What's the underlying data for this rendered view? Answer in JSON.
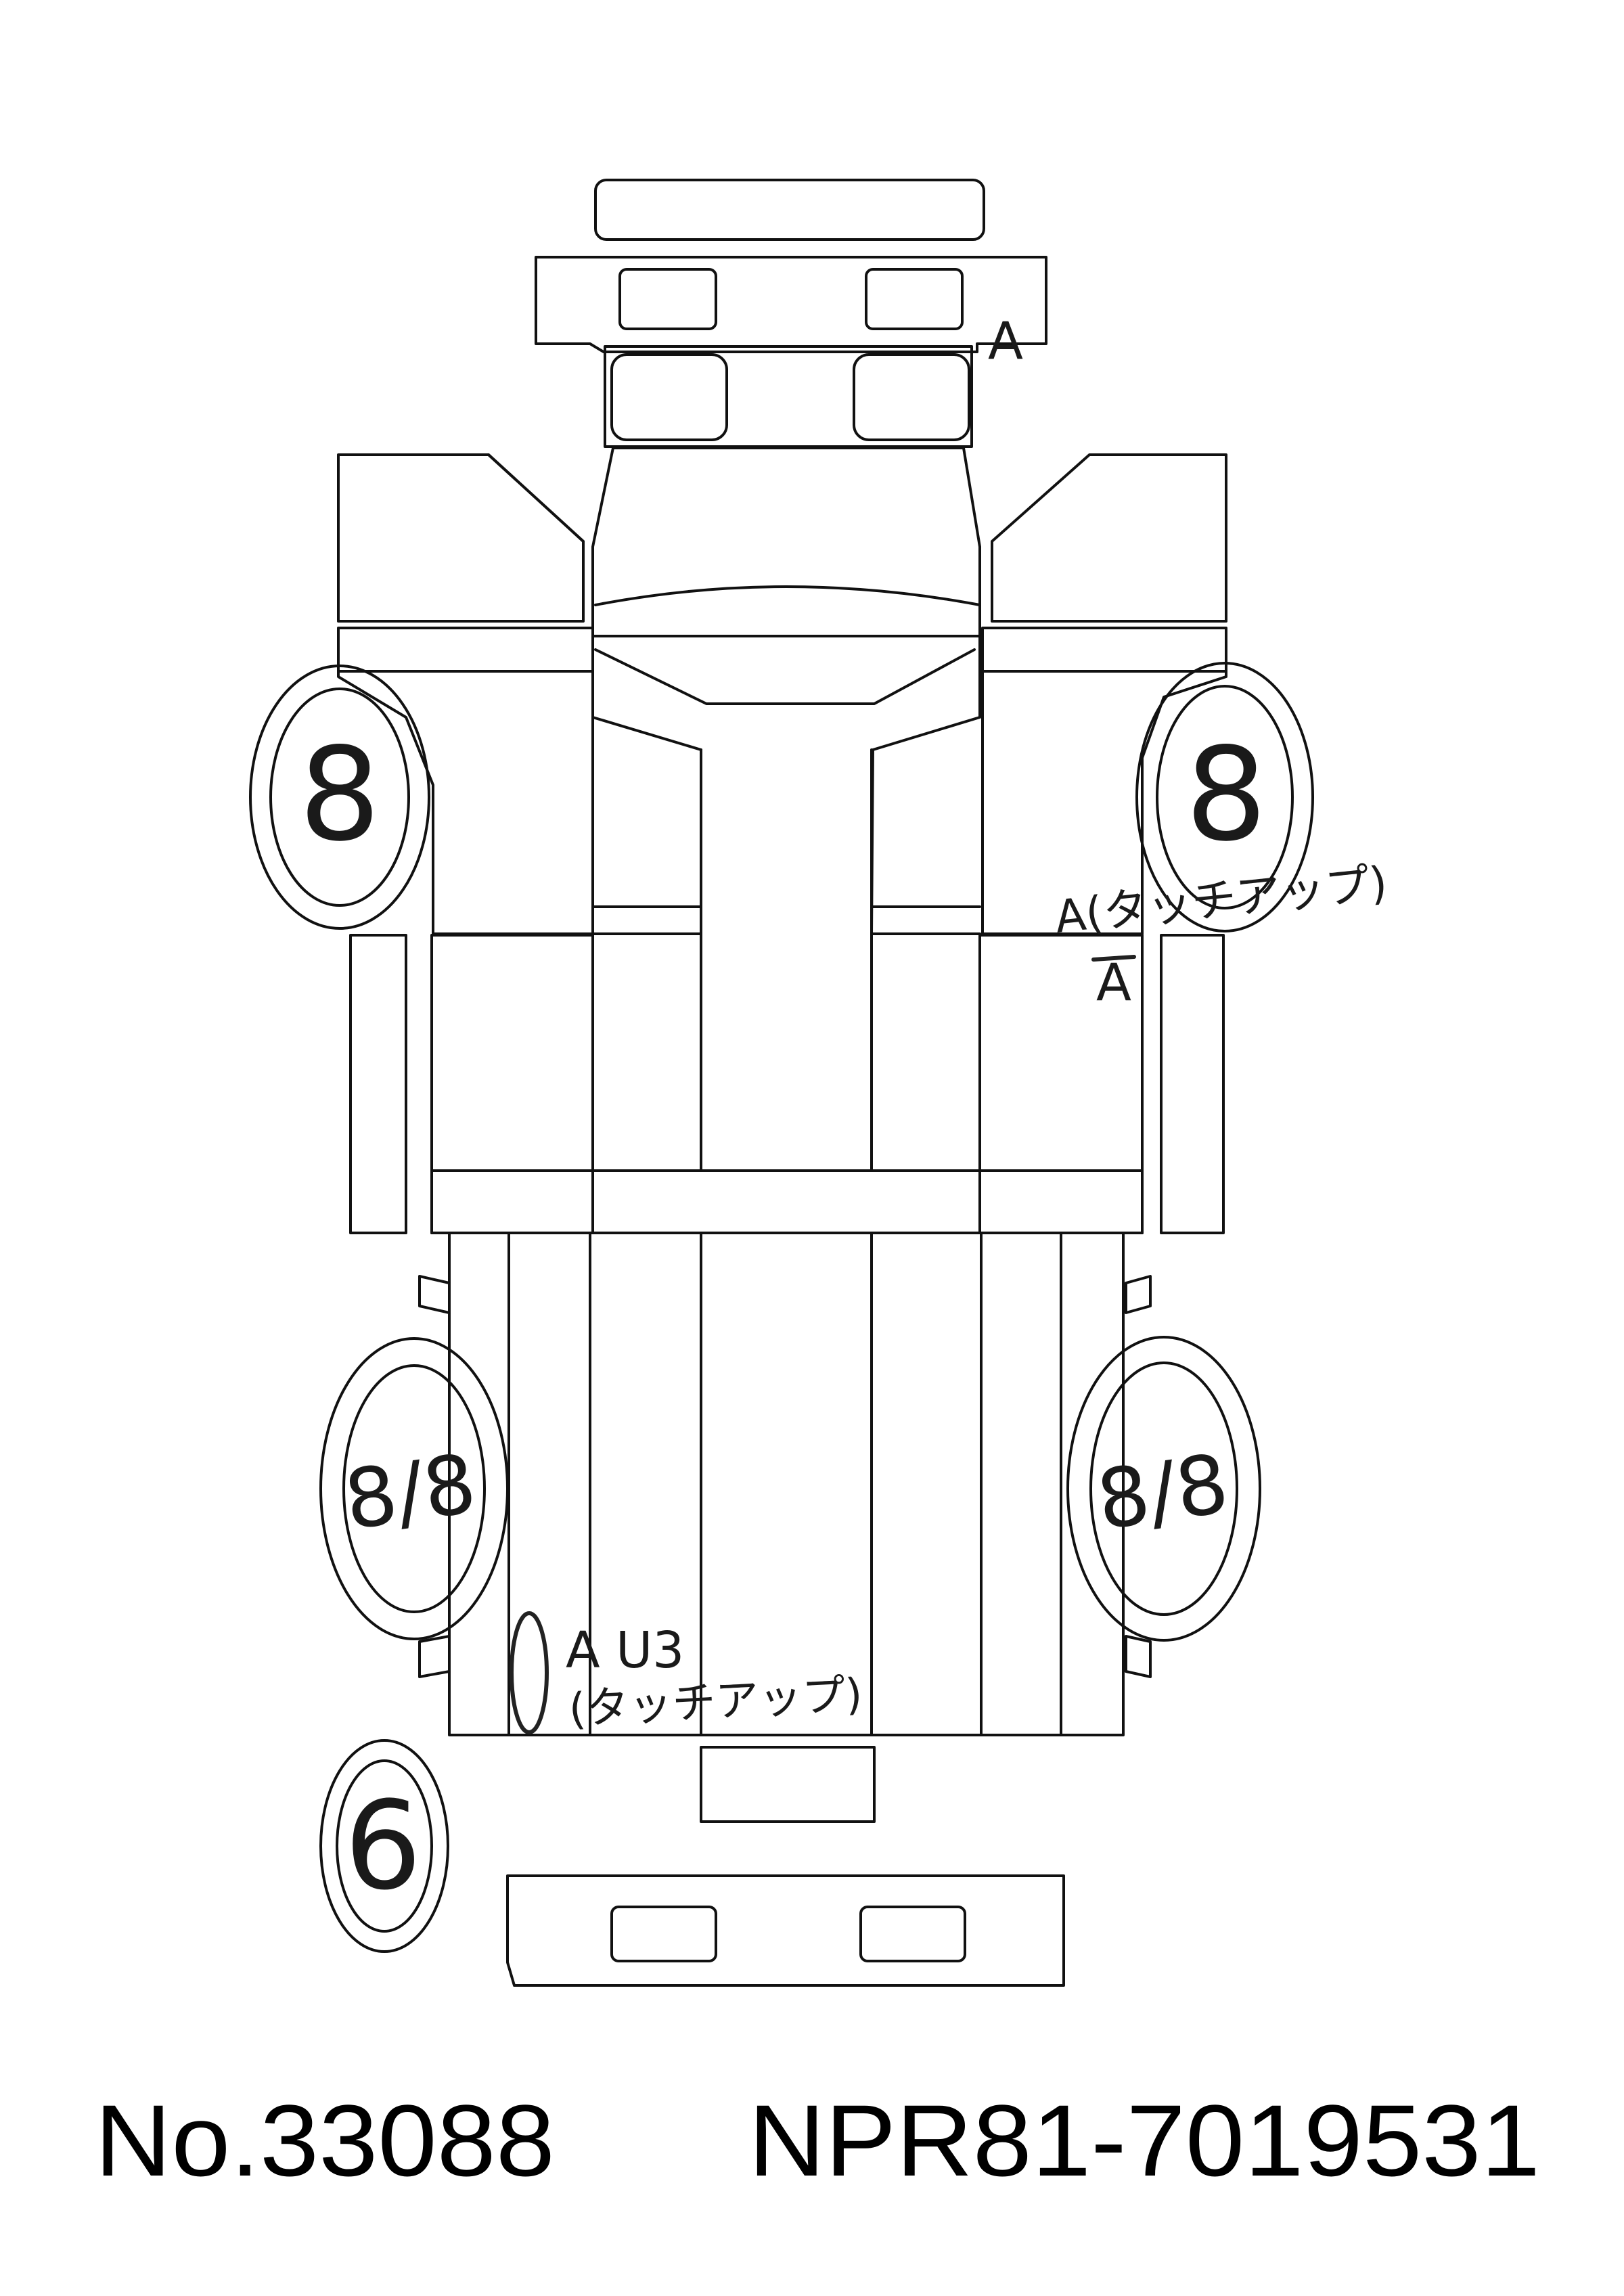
{
  "colors": {
    "ink": "#111111",
    "paper": "#ffffff"
  },
  "marks": {
    "front_panel": "A",
    "left_front_tire": "8",
    "right_front_tire": "8",
    "right_door_line1": "A(タッチアップ)",
    "right_door_line2": "A",
    "left_rear_tire": "8/8",
    "right_rear_tire": "8/8",
    "left_rear_body_main": "A U3",
    "left_rear_body_sub": "(タッチアップ)",
    "spare_tire": "6"
  },
  "footer": {
    "number": "No.33088",
    "chassis": "NPR81-7019531"
  }
}
